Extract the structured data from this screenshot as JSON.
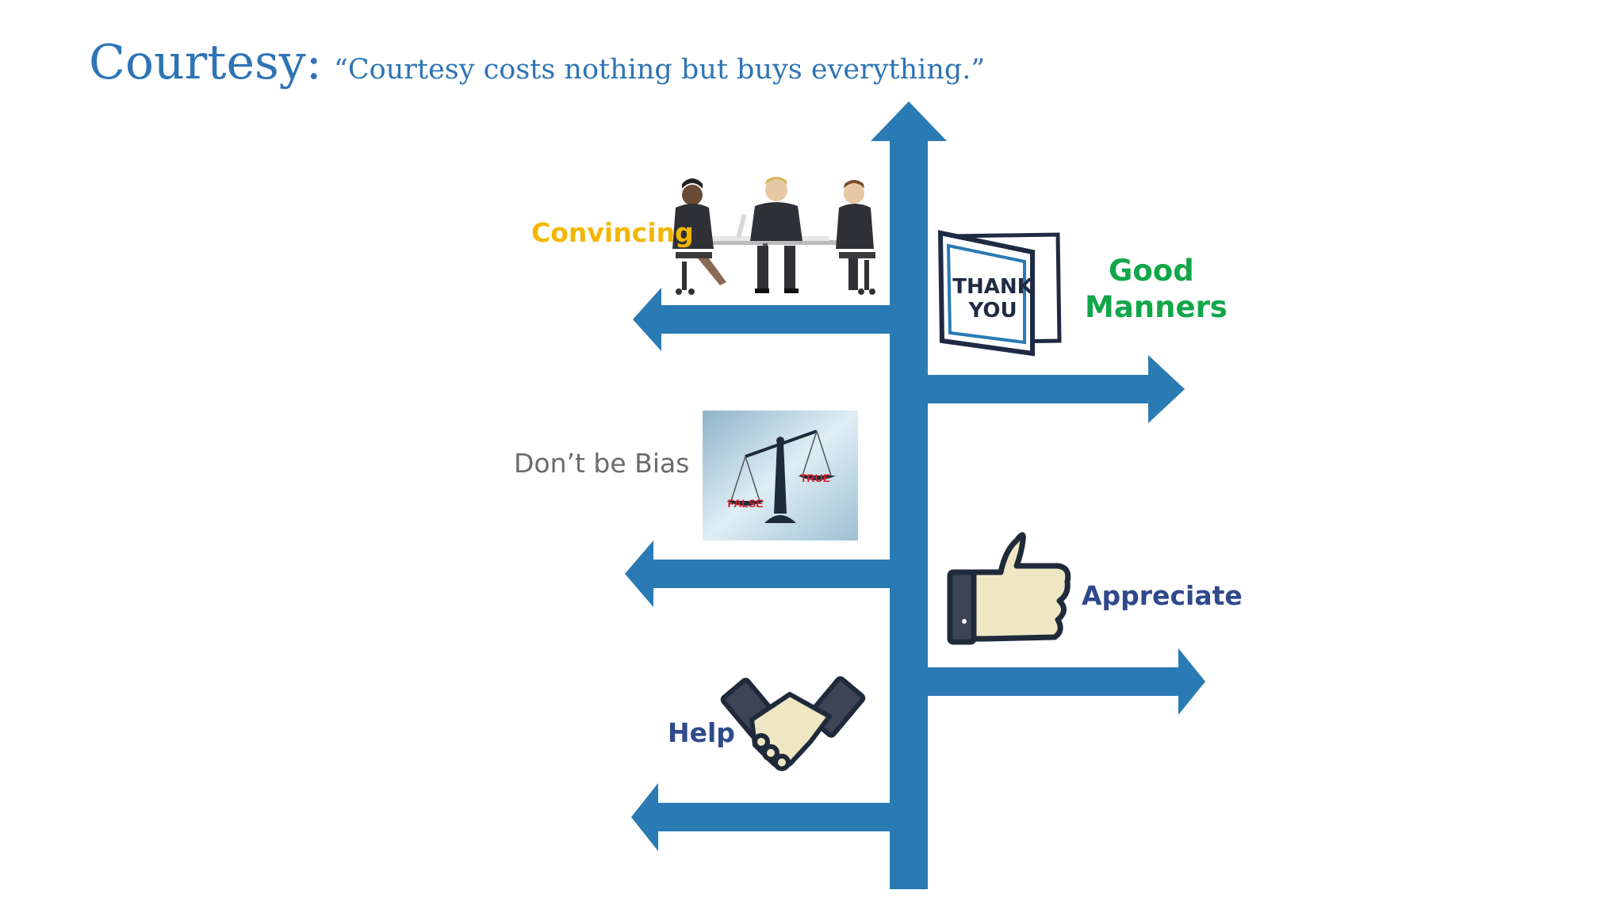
{
  "title": {
    "main": "Courtesy:",
    "quote": "“Courtesy costs nothing but buys everything.”"
  },
  "labels": {
    "convincing": "Convincing",
    "good_manners_line1": "Good",
    "good_manners_line2": "Manners",
    "dont_be_bias": "Don’t be Bias",
    "appreciate": "Appreciate",
    "help": "Help"
  },
  "card": {
    "line1": "THANK",
    "line2": "YOU"
  },
  "scale": {
    "false": "FALSE",
    "true": "TRUE"
  },
  "colors": {
    "title": "#2e74b5",
    "arrow": "#2a7ab3",
    "convincing": "#f2b705",
    "good_manners": "#12a64a",
    "dont_be_bias": "#6b6b6b",
    "appreciate": "#2f4a8a",
    "help": "#2f4a8a"
  },
  "icons": [
    "meeting-people-icon",
    "thank-you-card-icon",
    "balance-scale-icon",
    "thumbs-up-icon",
    "handshake-icon"
  ]
}
